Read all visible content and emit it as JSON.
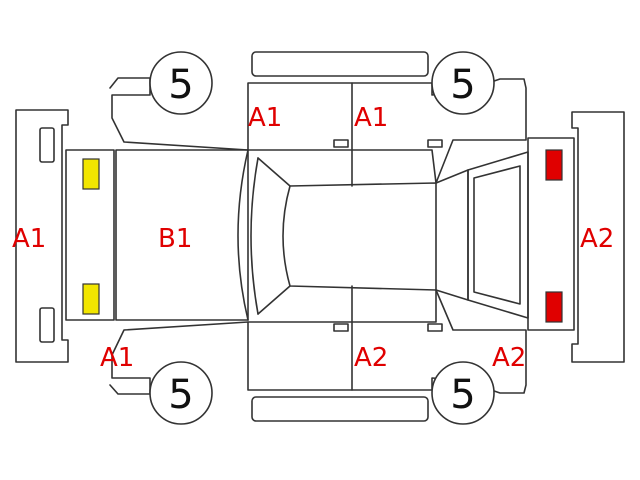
{
  "colors": {
    "outline": "#333333",
    "damage_code": "#e00000",
    "front_lamp": "#f2e600",
    "rear_lamp": "#e00000"
  },
  "tires": {
    "front_left": "5",
    "rear_left": "5",
    "front_right": "5",
    "rear_right": "5"
  },
  "codes": {
    "front_bumper": "A1",
    "hood": "B1",
    "rear_bumper": "A2",
    "left_front_door": "A1",
    "left_rear_door": "A1",
    "right_front_fender": "A1",
    "right_rear_door": "A2",
    "right_rear_quarter": "A2"
  }
}
